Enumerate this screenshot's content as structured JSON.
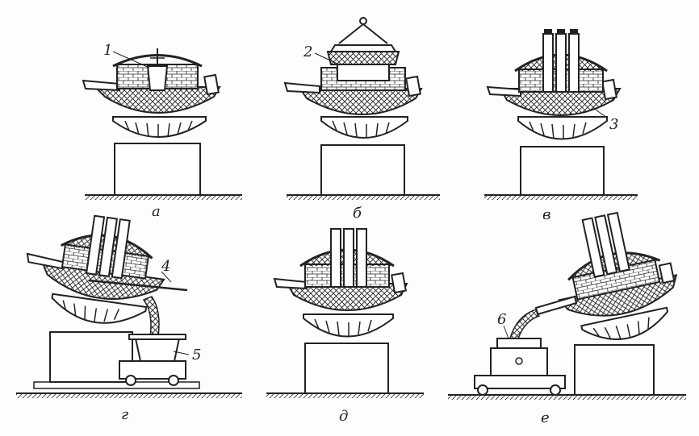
{
  "panels": [
    {
      "letter": "а",
      "number": "1"
    },
    {
      "letter": "б",
      "number": "2"
    },
    {
      "letter": "в",
      "number": "3"
    },
    {
      "letter": "г",
      "number": "4",
      "number2": "5"
    },
    {
      "letter": "д"
    },
    {
      "letter": "е",
      "number": "6"
    }
  ],
  "colors": {
    "ink": "#222222",
    "paper": "#fdfdfb"
  }
}
